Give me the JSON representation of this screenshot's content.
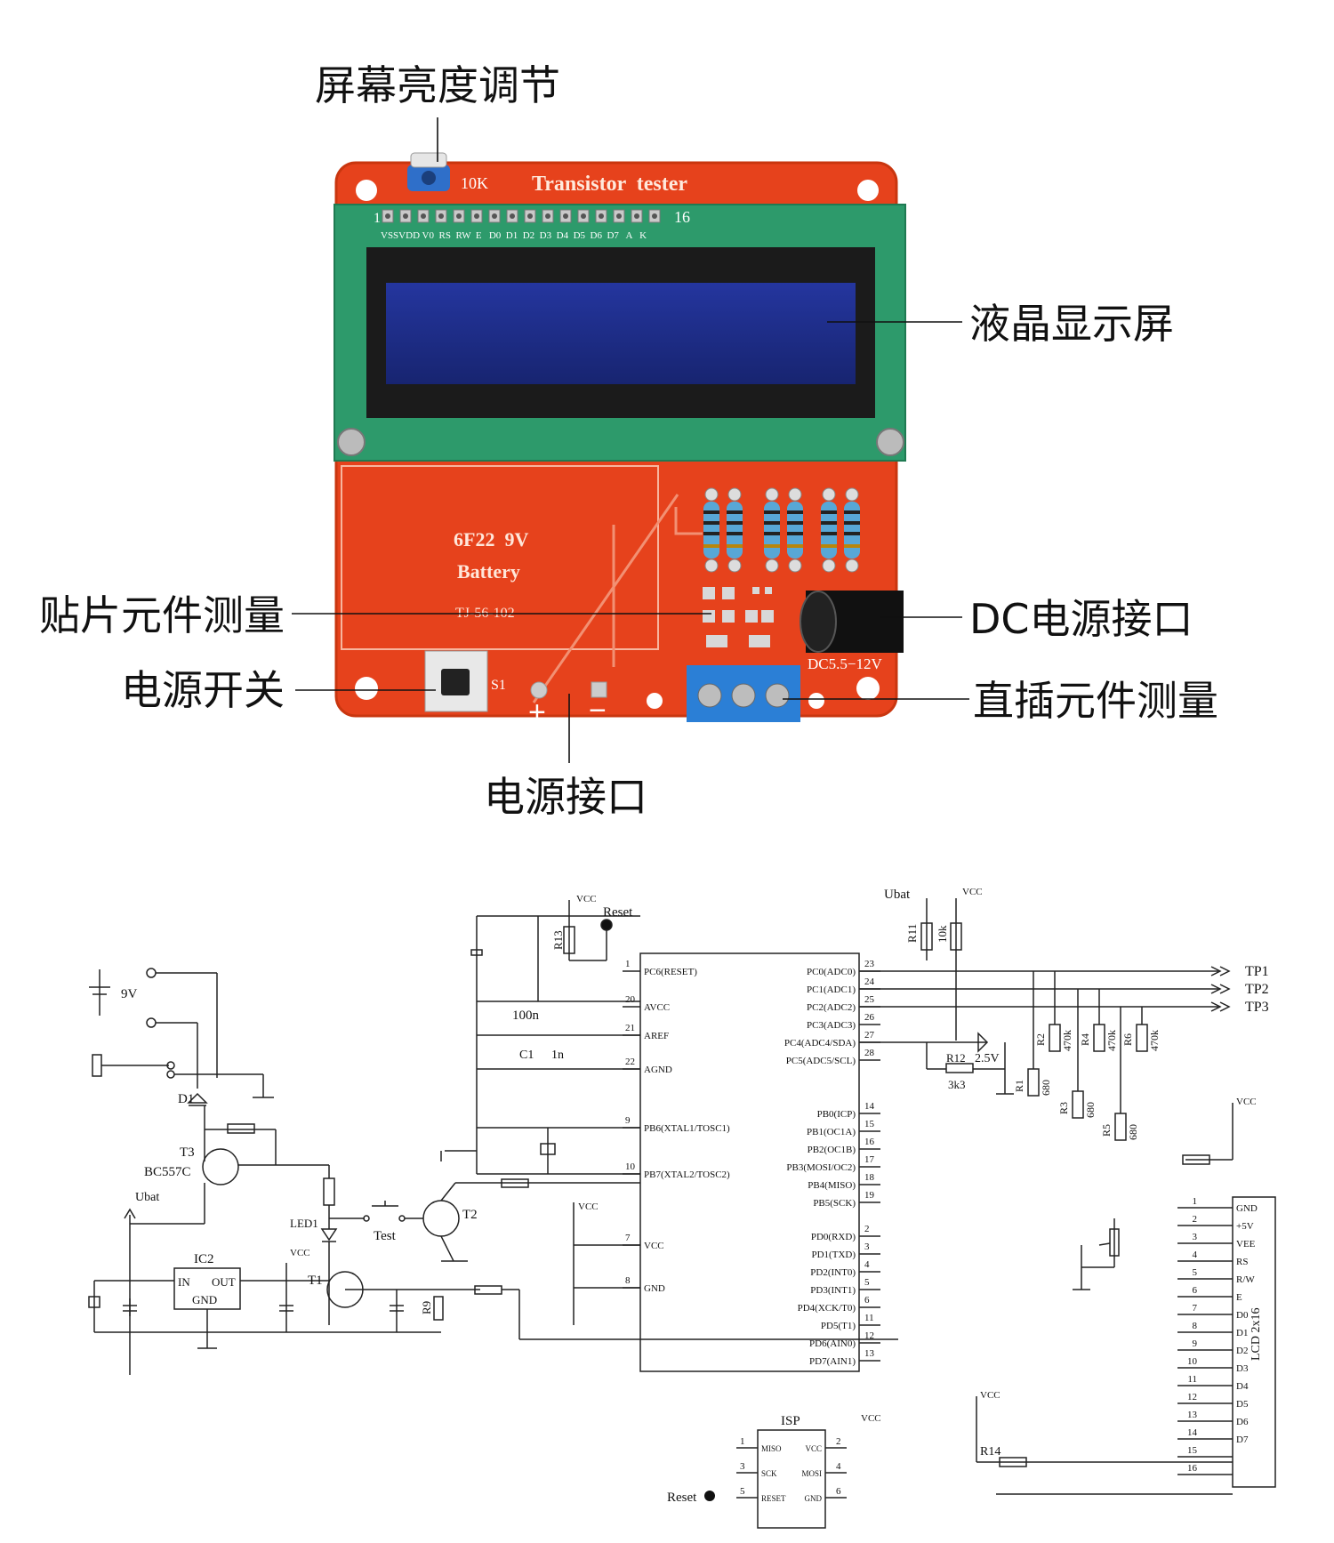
{
  "callouts": {
    "brightness": "屏幕亮度调节",
    "lcd": "液晶显示屏",
    "smd": "贴片元件测量",
    "dc_jack": "DC电源接口",
    "switch": "电源开关",
    "through_hole": "直插元件测量",
    "power_port": "电源接口"
  },
  "board": {
    "pot_value": "10K",
    "title": "Transistor  tester",
    "pin_first": "1",
    "pin_last": "16",
    "pin_labels": "VSSVDD V0  RS  RW  E   D0  D1  D2  D3  D4  D5  D6  D7   A   K",
    "battery_line1": "6F22  9V",
    "battery_line2": "Battery",
    "battery_line3": "TJ-56-102",
    "switch_label": "S1",
    "plus": "+",
    "minus": "−",
    "dc_rating": "DC5.5−12V"
  },
  "schematic": {
    "batt": "9V",
    "d1": "D1",
    "t3": "T3",
    "t3_part": "BC557C",
    "ubat": "Ubat",
    "ic2": "IC2",
    "ic2_in": "IN",
    "ic2_out": "OUT",
    "ic2_gnd": "GND",
    "led": "LED1",
    "test": "Test",
    "t2": "T2",
    "t1": "T1",
    "r9": "R9",
    "vcc": "VCC",
    "reset": "Reset",
    "r13": "R13",
    "c_100n": "100n",
    "c1": "C1",
    "c_1n": "1n",
    "mcu_left": [
      {
        "pin": "1",
        "name": "PC6(RESET)"
      },
      {
        "pin": "20",
        "name": "AVCC"
      },
      {
        "pin": "21",
        "name": "AREF"
      },
      {
        "pin": "22",
        "name": "AGND"
      },
      {
        "pin": "9",
        "name": "PB6(XTAL1/TOSC1)"
      },
      {
        "pin": "10",
        "name": "PB7(XTAL2/TOSC2)"
      },
      {
        "pin": "7",
        "name": "VCC"
      },
      {
        "pin": "8",
        "name": "GND"
      }
    ],
    "mcu_right": [
      {
        "pin": "23",
        "name": "PC0(ADC0)"
      },
      {
        "pin": "24",
        "name": "PC1(ADC1)"
      },
      {
        "pin": "25",
        "name": "PC2(ADC2)"
      },
      {
        "pin": "26",
        "name": "PC3(ADC3)"
      },
      {
        "pin": "27",
        "name": "PC4(ADC4/SDA)"
      },
      {
        "pin": "28",
        "name": "PC5(ADC5/SCL)"
      },
      {
        "pin": "14",
        "name": "PB0(ICP)"
      },
      {
        "pin": "15",
        "name": "PB1(OC1A)"
      },
      {
        "pin": "16",
        "name": "PB2(OC1B)"
      },
      {
        "pin": "17",
        "name": "PB3(MOSI/OC2)"
      },
      {
        "pin": "18",
        "name": "PB4(MISO)"
      },
      {
        "pin": "19",
        "name": "PB5(SCK)"
      },
      {
        "pin": "2",
        "name": "PD0(RXD)"
      },
      {
        "pin": "3",
        "name": "PD1(TXD)"
      },
      {
        "pin": "4",
        "name": "PD2(INT0)"
      },
      {
        "pin": "5",
        "name": "PD3(INT1)"
      },
      {
        "pin": "6",
        "name": "PD4(XCK/T0)"
      },
      {
        "pin": "11",
        "name": "PD5(T1)"
      },
      {
        "pin": "12",
        "name": "PD6(AIN0)"
      },
      {
        "pin": "13",
        "name": "PD7(AIN1)"
      }
    ],
    "tp1": "TP1",
    "tp2": "TP2",
    "tp3": "TP3",
    "r11": "R11",
    "r11_val": "10k",
    "r12": "R12",
    "r12_val": "3k3",
    "vref": "2.5V",
    "res_pairs": [
      {
        "low": "R1",
        "low_val": "680",
        "high": "R2",
        "high_val": "470k"
      },
      {
        "low": "R3",
        "low_val": "680",
        "high": "R4",
        "high_val": "470k"
      },
      {
        "low": "R5",
        "low_val": "680",
        "high": "R6",
        "high_val": "470k"
      }
    ],
    "lcd_title": "LCD 2x16",
    "lcd_pins": [
      {
        "pin": "1",
        "name": "GND"
      },
      {
        "pin": "2",
        "name": "+5V"
      },
      {
        "pin": "3",
        "name": "VEE"
      },
      {
        "pin": "4",
        "name": "RS"
      },
      {
        "pin": "5",
        "name": "R/W"
      },
      {
        "pin": "6",
        "name": "E"
      },
      {
        "pin": "7",
        "name": "D0"
      },
      {
        "pin": "8",
        "name": "D1"
      },
      {
        "pin": "9",
        "name": "D2"
      },
      {
        "pin": "10",
        "name": "D3"
      },
      {
        "pin": "11",
        "name": "D4"
      },
      {
        "pin": "12",
        "name": "D5"
      },
      {
        "pin": "13",
        "name": "D6"
      },
      {
        "pin": "14",
        "name": "D7"
      },
      {
        "pin": "15",
        "name": ""
      },
      {
        "pin": "16",
        "name": ""
      }
    ],
    "isp": "ISP",
    "isp_pins": [
      {
        "pin": "1",
        "name": "MISO"
      },
      {
        "pin": "2",
        "name": "VCC"
      },
      {
        "pin": "3",
        "name": "SCK"
      },
      {
        "pin": "4",
        "name": "MOSI"
      },
      {
        "pin": "5",
        "name": "RESET"
      },
      {
        "pin": "6",
        "name": "GND"
      }
    ],
    "r14": "R14"
  }
}
